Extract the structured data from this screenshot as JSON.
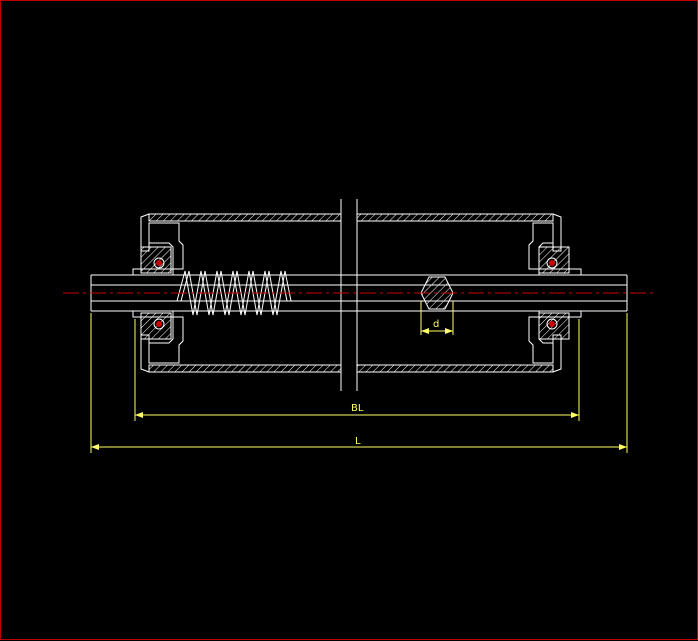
{
  "drawing": {
    "colors": {
      "background": "#000000",
      "border": "#c00000",
      "outline": "#ffffff",
      "hatch": "#ffffff",
      "centerline": "#cc0000",
      "dimension": "#ffff66",
      "bearing_ball": "#cc0000"
    },
    "dimensions": {
      "belt_length_label": "BL",
      "total_length_label": "L",
      "shaft_flat_label": "d"
    }
  }
}
